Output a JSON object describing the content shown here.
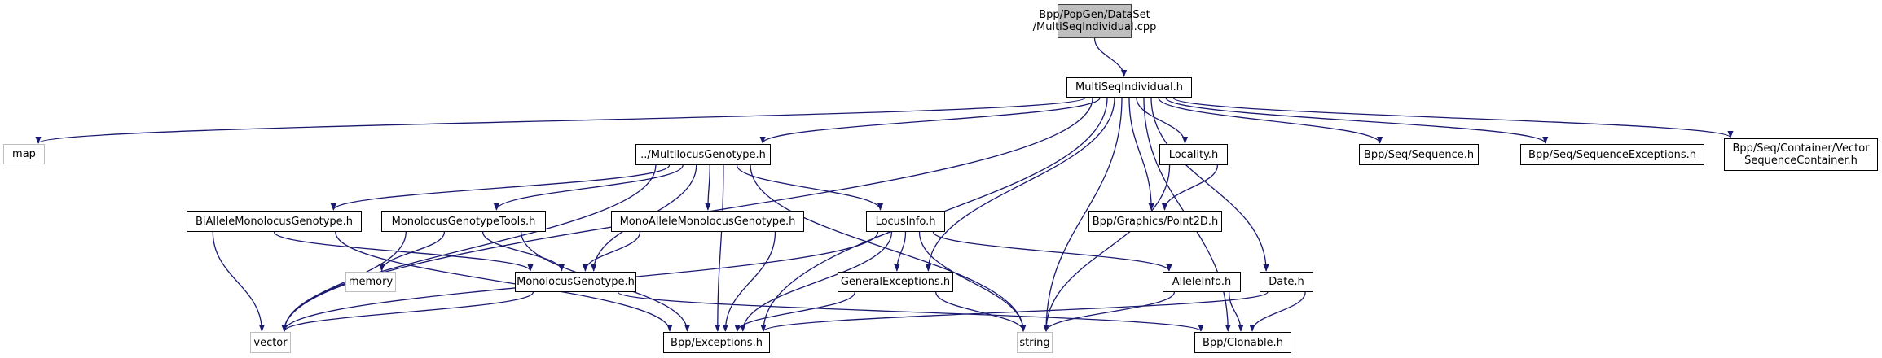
{
  "diagram": {
    "title": "Include dependency graph for MultiSeqIndividual.cpp",
    "edge_color": "#191970",
    "root_fill": "#bfbfbf",
    "system_border": "#bfbfbf",
    "nodes": [
      {
        "id": "cpp",
        "label": "Bpp/PopGen/DataSet\n/MultiSeqIndividual.cpp",
        "kind": "root"
      },
      {
        "id": "msi",
        "label": "MultiSeqIndividual.h",
        "kind": "header"
      },
      {
        "id": "map",
        "label": "map",
        "kind": "system"
      },
      {
        "id": "mlg",
        "label": "../MultilocusGenotype.h",
        "kind": "header"
      },
      {
        "id": "loc",
        "label": "Locality.h",
        "kind": "header"
      },
      {
        "id": "seq",
        "label": "Bpp/Seq/Sequence.h",
        "kind": "header"
      },
      {
        "id": "seqexc",
        "label": "Bpp/Seq/SequenceExceptions.h",
        "kind": "header"
      },
      {
        "id": "vsc",
        "label": "Bpp/Seq/Container/Vector\nSequenceContainer.h",
        "kind": "header"
      },
      {
        "id": "bamg",
        "label": "BiAlleleMonolocusGenotype.h",
        "kind": "header"
      },
      {
        "id": "mgt",
        "label": "MonolocusGenotypeTools.h",
        "kind": "header"
      },
      {
        "id": "mamg",
        "label": "MonoAlleleMonolocusGenotype.h",
        "kind": "header"
      },
      {
        "id": "li",
        "label": "LocusInfo.h",
        "kind": "header"
      },
      {
        "id": "p2d",
        "label": "Bpp/Graphics/Point2D.h",
        "kind": "header"
      },
      {
        "id": "memory",
        "label": "memory",
        "kind": "system"
      },
      {
        "id": "mg",
        "label": "MonolocusGenotype.h",
        "kind": "header"
      },
      {
        "id": "ge",
        "label": "GeneralExceptions.h",
        "kind": "header"
      },
      {
        "id": "ai",
        "label": "AlleleInfo.h",
        "kind": "header"
      },
      {
        "id": "date",
        "label": "Date.h",
        "kind": "header"
      },
      {
        "id": "vector",
        "label": "vector",
        "kind": "system"
      },
      {
        "id": "exc",
        "label": "Bpp/Exceptions.h",
        "kind": "header"
      },
      {
        "id": "string",
        "label": "string",
        "kind": "system"
      },
      {
        "id": "clon",
        "label": "Bpp/Clonable.h",
        "kind": "header"
      }
    ],
    "edges": [
      [
        "cpp",
        "msi"
      ],
      [
        "msi",
        "map"
      ],
      [
        "msi",
        "mlg"
      ],
      [
        "msi",
        "loc"
      ],
      [
        "msi",
        "seq"
      ],
      [
        "msi",
        "seqexc"
      ],
      [
        "msi",
        "vsc"
      ],
      [
        "msi",
        "vector"
      ],
      [
        "msi",
        "exc"
      ],
      [
        "msi",
        "ge"
      ],
      [
        "msi",
        "string"
      ],
      [
        "msi",
        "p2d"
      ],
      [
        "msi",
        "date"
      ],
      [
        "msi",
        "clon"
      ],
      [
        "mlg",
        "bamg"
      ],
      [
        "mlg",
        "mgt"
      ],
      [
        "mlg",
        "mamg"
      ],
      [
        "mlg",
        "li"
      ],
      [
        "mlg",
        "mg"
      ],
      [
        "mlg",
        "vector"
      ],
      [
        "mlg",
        "exc"
      ],
      [
        "mlg",
        "string"
      ],
      [
        "loc",
        "p2d"
      ],
      [
        "loc",
        "string"
      ],
      [
        "bamg",
        "mg"
      ],
      [
        "bamg",
        "vector"
      ],
      [
        "bamg",
        "exc"
      ],
      [
        "mgt",
        "memory"
      ],
      [
        "mgt",
        "mg"
      ],
      [
        "mgt",
        "vector"
      ],
      [
        "mgt",
        "exc"
      ],
      [
        "mamg",
        "mg"
      ],
      [
        "mamg",
        "exc"
      ],
      [
        "li",
        "ge"
      ],
      [
        "li",
        "ai"
      ],
      [
        "li",
        "vector"
      ],
      [
        "li",
        "exc"
      ],
      [
        "li",
        "string"
      ],
      [
        "mg",
        "vector"
      ],
      [
        "mg",
        "clon"
      ],
      [
        "ge",
        "exc"
      ],
      [
        "ge",
        "string"
      ],
      [
        "ai",
        "string"
      ],
      [
        "ai",
        "clon"
      ],
      [
        "date",
        "exc"
      ],
      [
        "date",
        "clon"
      ]
    ]
  }
}
